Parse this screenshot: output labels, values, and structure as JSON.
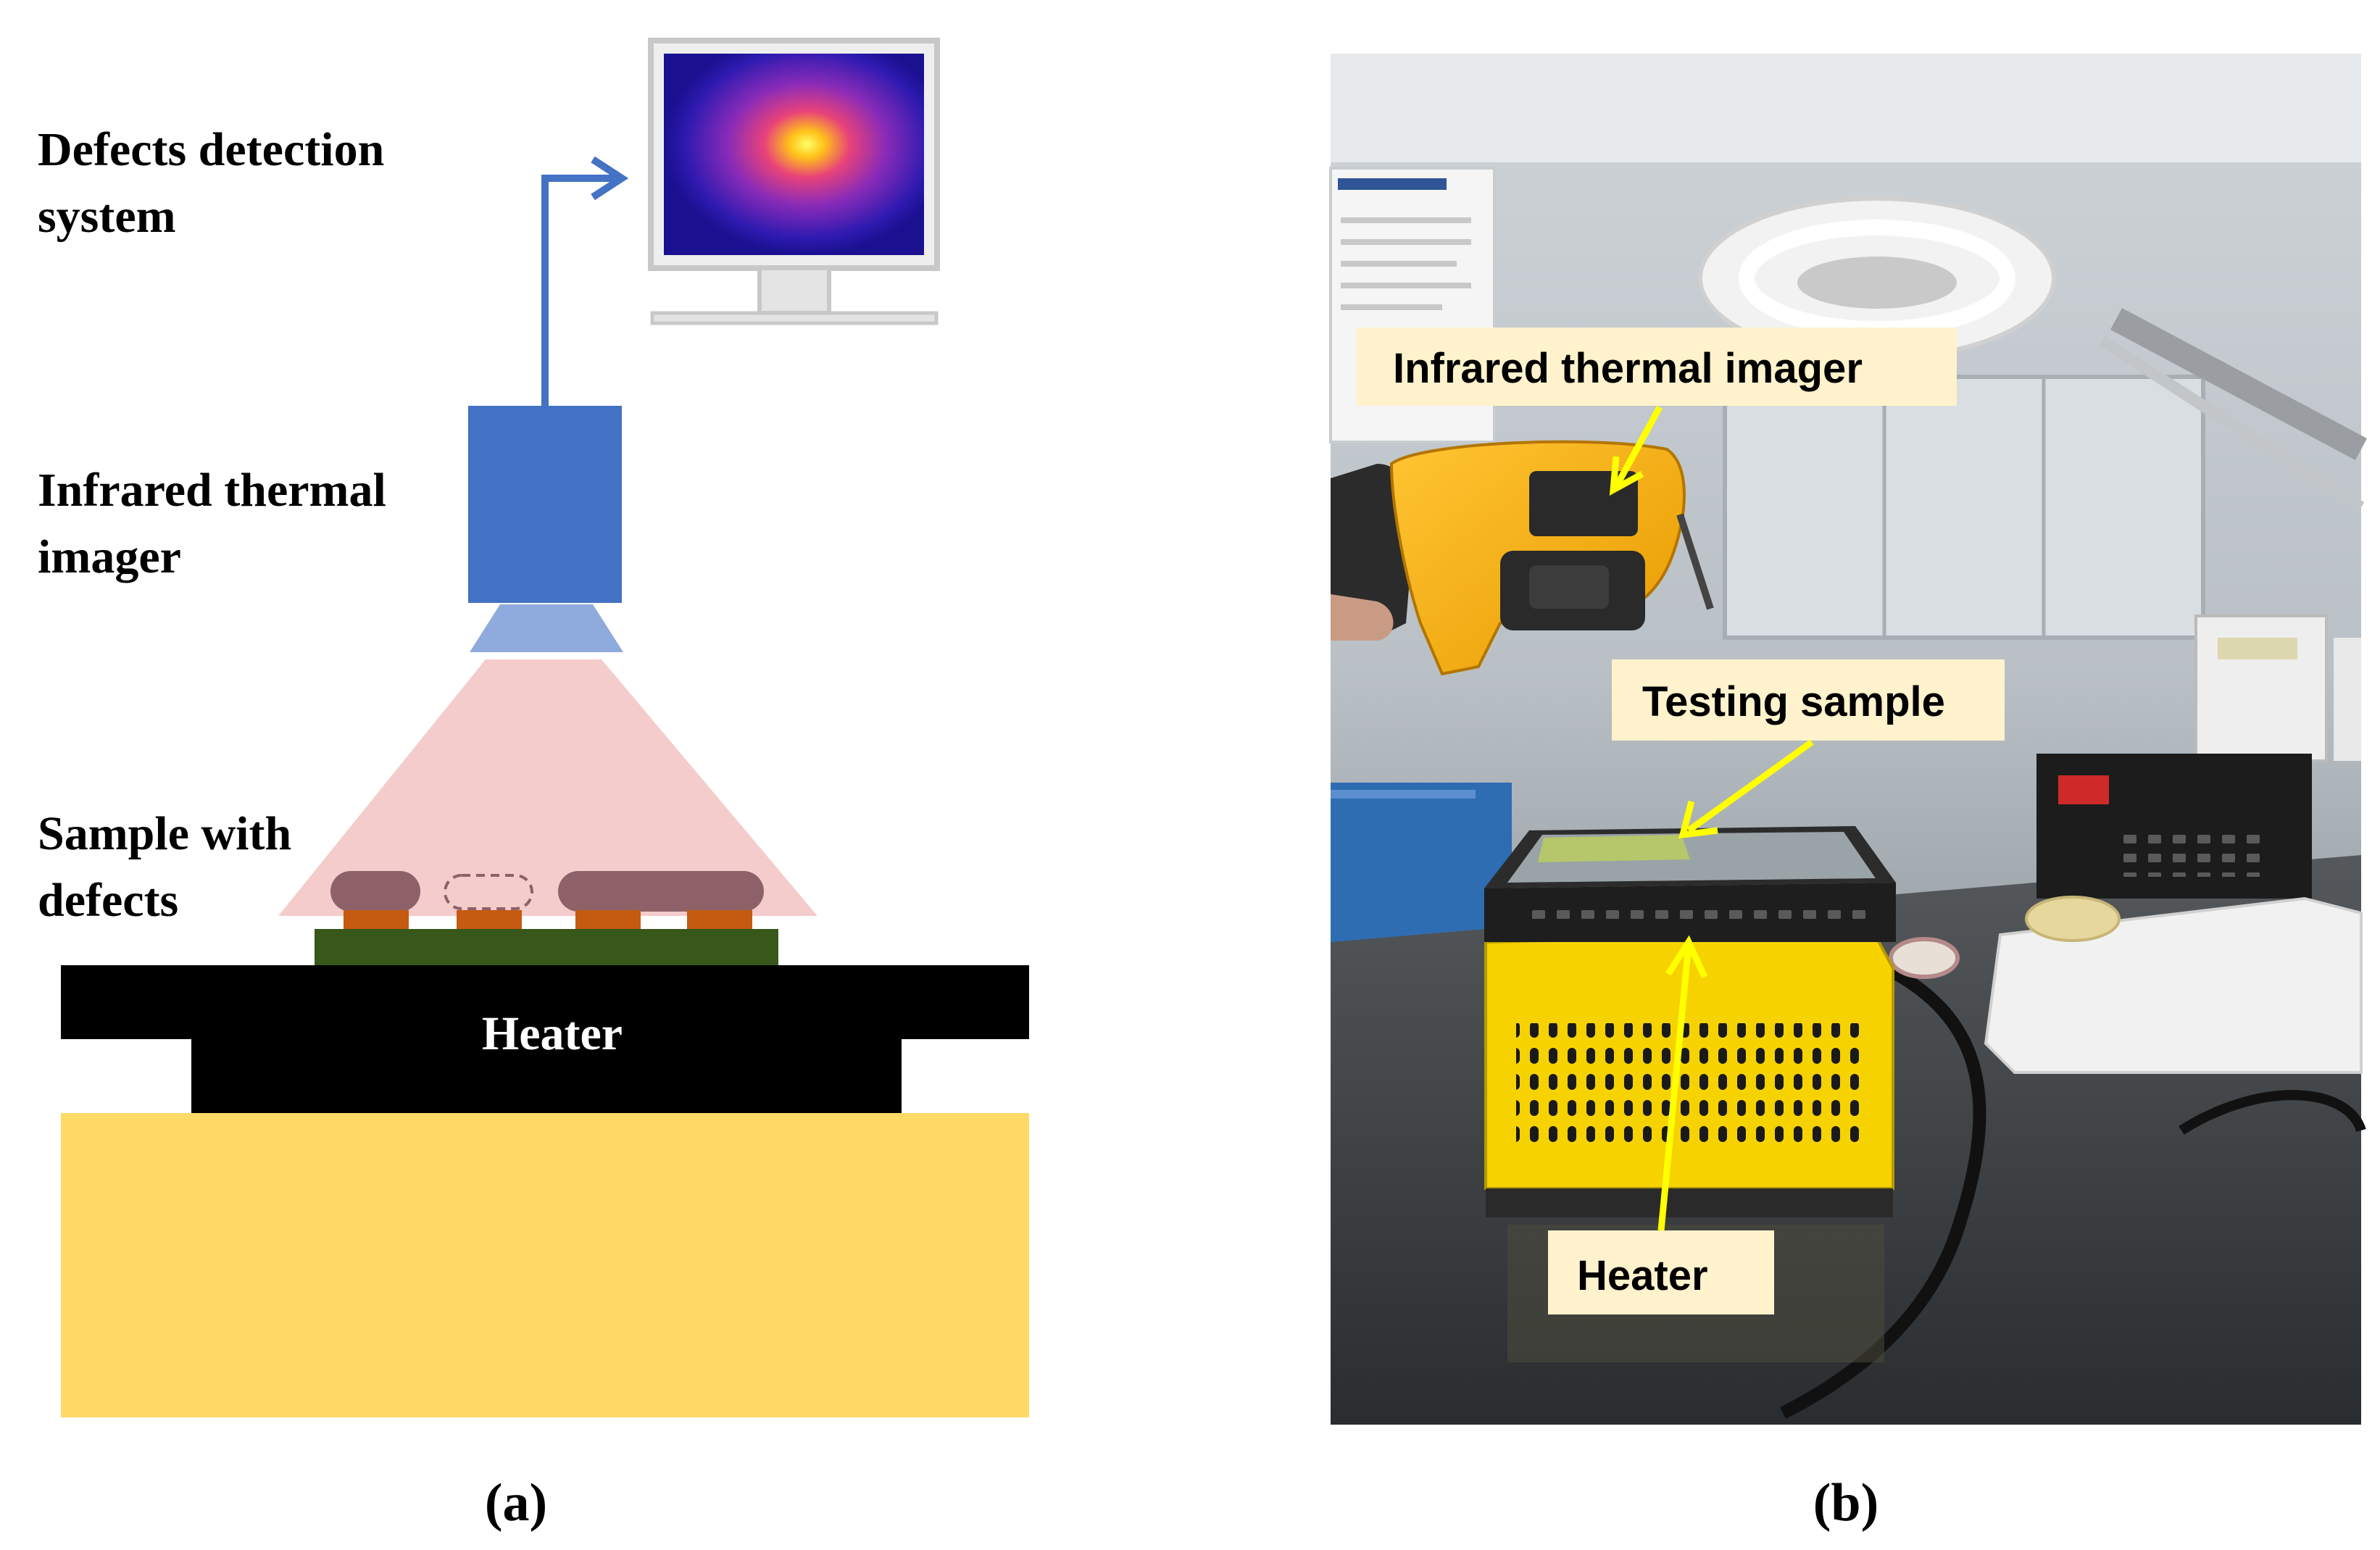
{
  "panel_a": {
    "labels": {
      "defects_detection_line1": "Defects detection",
      "defects_detection_line2": "system",
      "thermal_imager_line1": "Infrared thermal",
      "thermal_imager_line2": "imager",
      "sample_line1": "Sample with",
      "sample_line2": "defects",
      "heater": "Heater"
    },
    "caption": "(a)"
  },
  "panel_b": {
    "callouts": {
      "thermal_imager": "Infrared thermal imager",
      "testing_sample": "Testing sample",
      "heater": "Heater"
    },
    "caption": "(b)"
  },
  "colors": {
    "blue": "#4472c4",
    "heater_black": "#000000",
    "base_yellow": "#ffd966",
    "cone_pink": "#f4cccc",
    "pcb_green": "#38571a",
    "solder_brown": "#8e6168",
    "pad_orange": "#c55a11",
    "callout_bg": "#fff2cc",
    "arrow_yellow": "#ffff00"
  }
}
